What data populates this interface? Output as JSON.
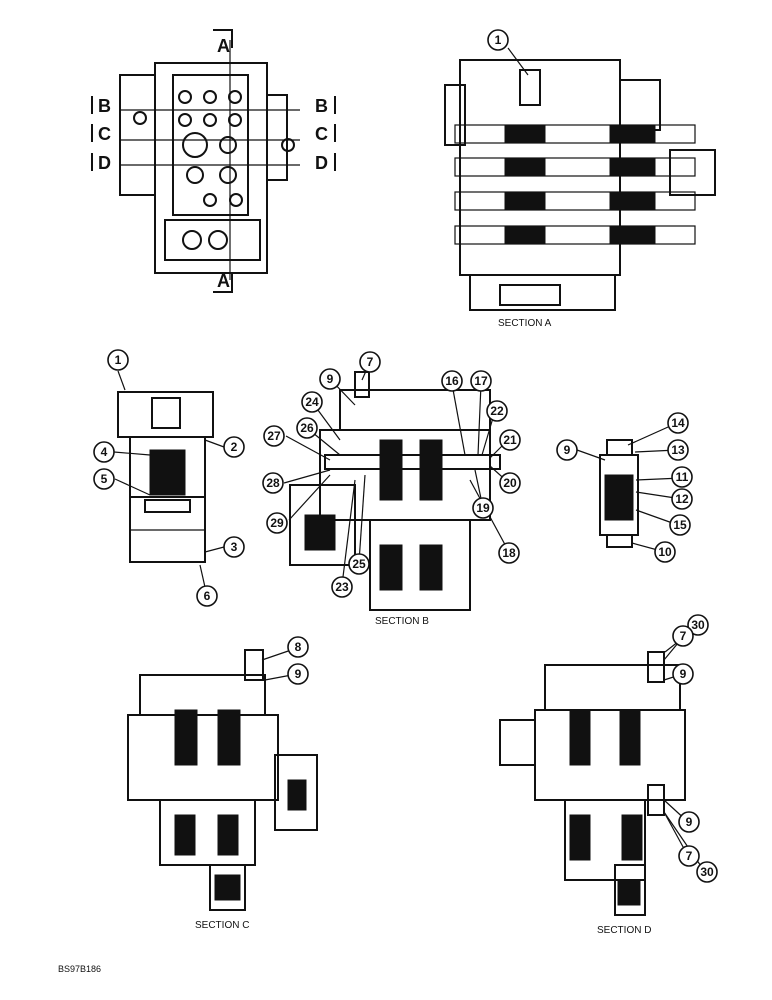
{
  "cut_markers": {
    "a": "A",
    "b": "B",
    "c": "C",
    "d": "D"
  },
  "sections": {
    "a": "SECTION A",
    "b": "SECTION B",
    "c": "SECTION C",
    "d": "SECTION D"
  },
  "figure_id": "BS97B186",
  "callout_values": {
    "c1": "1",
    "c2": "2",
    "c3": "3",
    "c4": "4",
    "c5": "5",
    "c6": "6",
    "c7": "7",
    "c8": "8",
    "c9": "9",
    "c10": "10",
    "c11": "11",
    "c12": "12",
    "c13": "13",
    "c14": "14",
    "c15": "15",
    "c16": "16",
    "c17": "17",
    "c18": "18",
    "c19": "19",
    "c20": "20",
    "c21": "21",
    "c22": "22",
    "c23": "23",
    "c24": "24",
    "c25": "25",
    "c26": "26",
    "c27": "27",
    "c28": "28",
    "c29": "29",
    "c30": "30"
  }
}
